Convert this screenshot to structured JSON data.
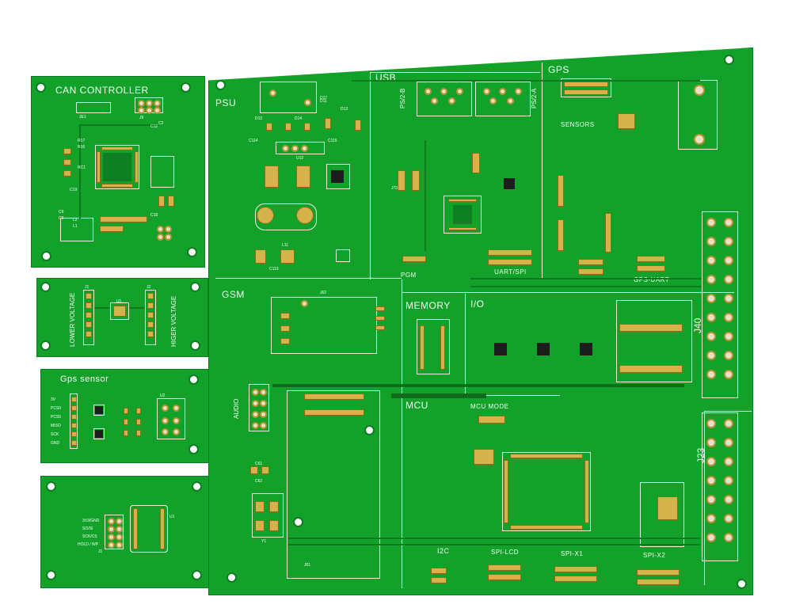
{
  "boards": {
    "can": {
      "title": "CAN CONTROLLER",
      "codes": [
        "JE1",
        "J9",
        "C2",
        "R17",
        "R16",
        "RC1",
        "C19",
        "C9",
        "C8",
        "C12",
        "L2",
        "L1",
        "C18"
      ]
    },
    "volt": {
      "title_left": "LOWER VOLTAGE",
      "title_right": "HIGER VOLTAGE",
      "codes": [
        "J1",
        "J2",
        "U1"
      ]
    },
    "gps_sensor": {
      "title": "Gps sensor",
      "pins": [
        "3V",
        "PCS0",
        "PCS5",
        "MISO",
        "SCK",
        "GND"
      ],
      "codes": [
        "U2"
      ]
    },
    "flash": {
      "pins": [
        "3V3/GND",
        "SO/SI",
        "SCK/CS",
        "HOLD / WP"
      ],
      "codes": [
        "U1",
        "J1"
      ]
    },
    "main": {
      "sections": {
        "psu": "PSU",
        "usb": "USB",
        "gps": "GPS",
        "sensors": "SENSORS",
        "gsm": "GSM",
        "memory": "MEMORY",
        "io": "I/O",
        "mcu": "MCU",
        "mcu_mode": "MCU MODE",
        "i2c": "I2C"
      },
      "connectors": {
        "ps2_b": "PS/2-B",
        "ps2_a": "PS/2-A",
        "pgm": "PGM",
        "uart_spi": "UART/SPI",
        "gps_uart": "GPS-UART",
        "audio": "AUDIO",
        "spi_lcd": "SPI-LCD",
        "spi_x1": "SPI-X1",
        "spi_x2": "SPI-X2",
        "j40": "J40",
        "j23": "J23"
      },
      "codes": [
        "D12",
        "D14",
        "D13",
        "D11",
        "C114",
        "C115",
        "U12",
        "C113",
        "L11",
        "D17",
        "J62",
        "J61",
        "J73",
        "C61",
        "C62",
        "Y1"
      ]
    }
  }
}
